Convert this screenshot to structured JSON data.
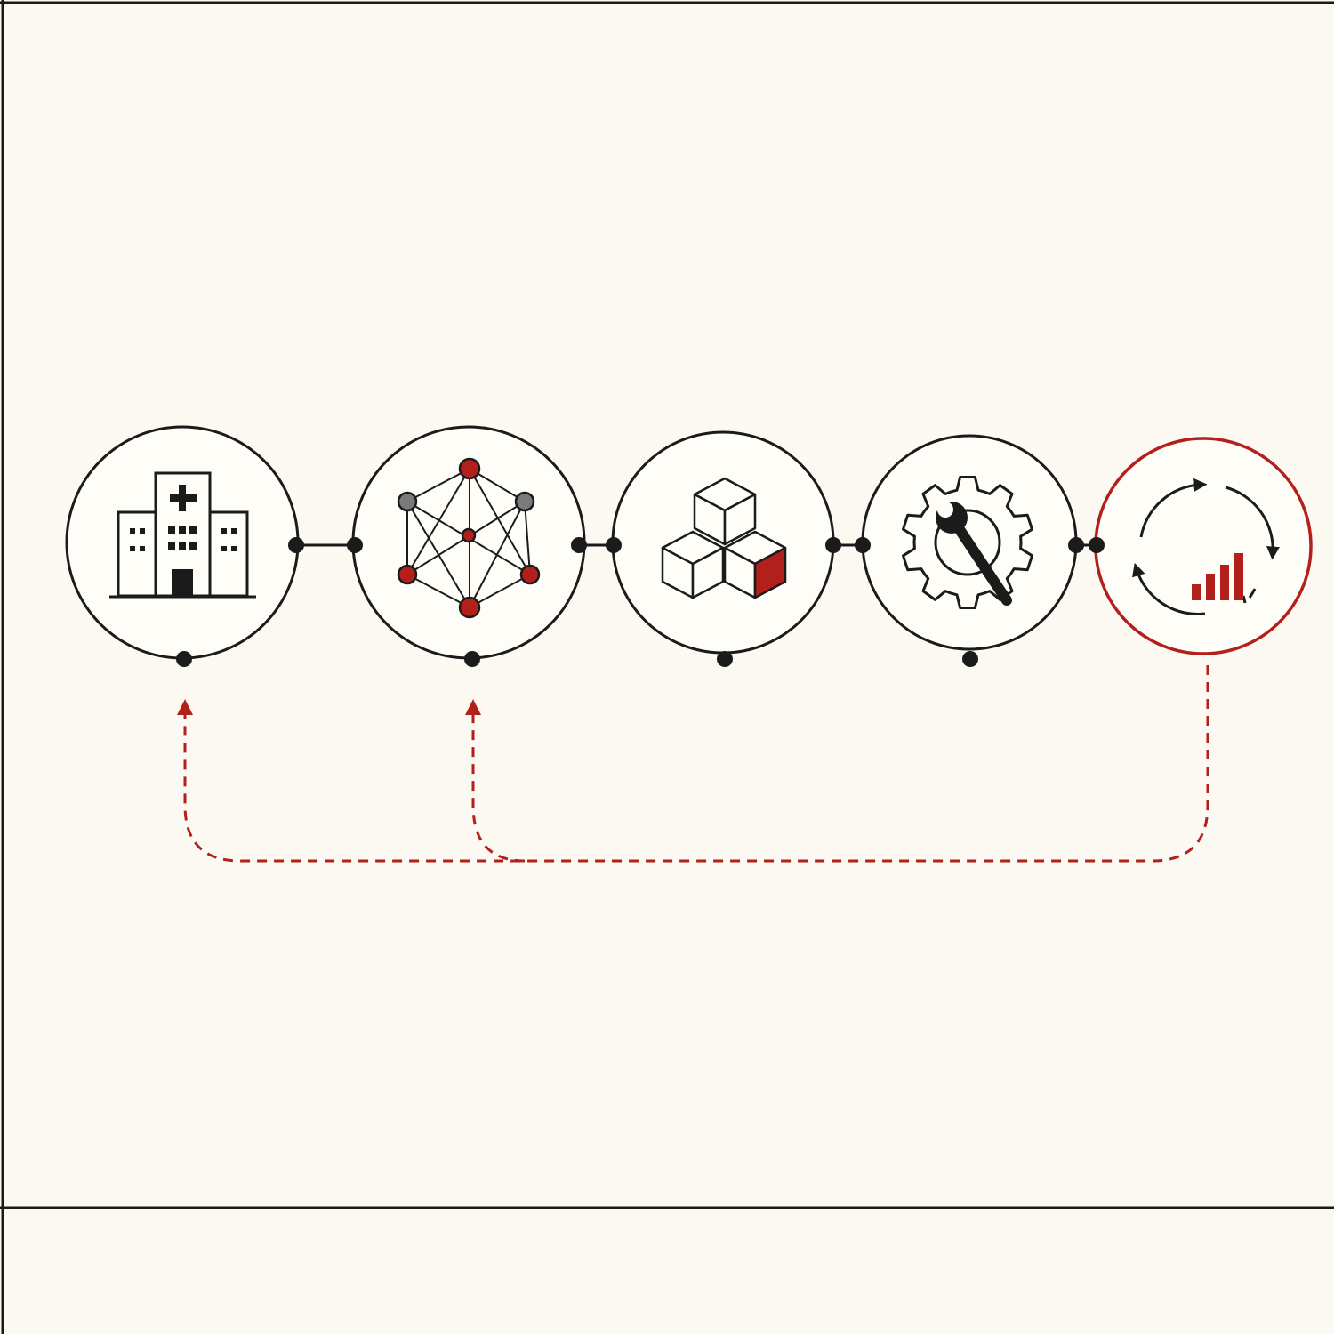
{
  "colors": {
    "background": "#fbf9f2",
    "ink": "#1b1b1b",
    "accent": "#b3201c",
    "gray_node": "#7a7a7a"
  },
  "stages": [
    {
      "icon": "hospital-icon"
    },
    {
      "icon": "neural-network-icon"
    },
    {
      "icon": "cubes-icon"
    },
    {
      "icon": "gear-wrench-icon"
    },
    {
      "icon": "cycle-chart-icon"
    }
  ],
  "connectors": [
    {
      "from": 1,
      "to": 2,
      "style": "solid"
    },
    {
      "from": 2,
      "to": 3,
      "style": "solid"
    },
    {
      "from": 3,
      "to": 4,
      "style": "solid"
    },
    {
      "from": 4,
      "to": 5,
      "style": "solid"
    }
  ],
  "feedback_loops": [
    {
      "from": 5,
      "to": 1,
      "style": "dashed",
      "color": "accent"
    },
    {
      "from": 5,
      "to": 2,
      "style": "dashed",
      "color": "accent"
    }
  ]
}
